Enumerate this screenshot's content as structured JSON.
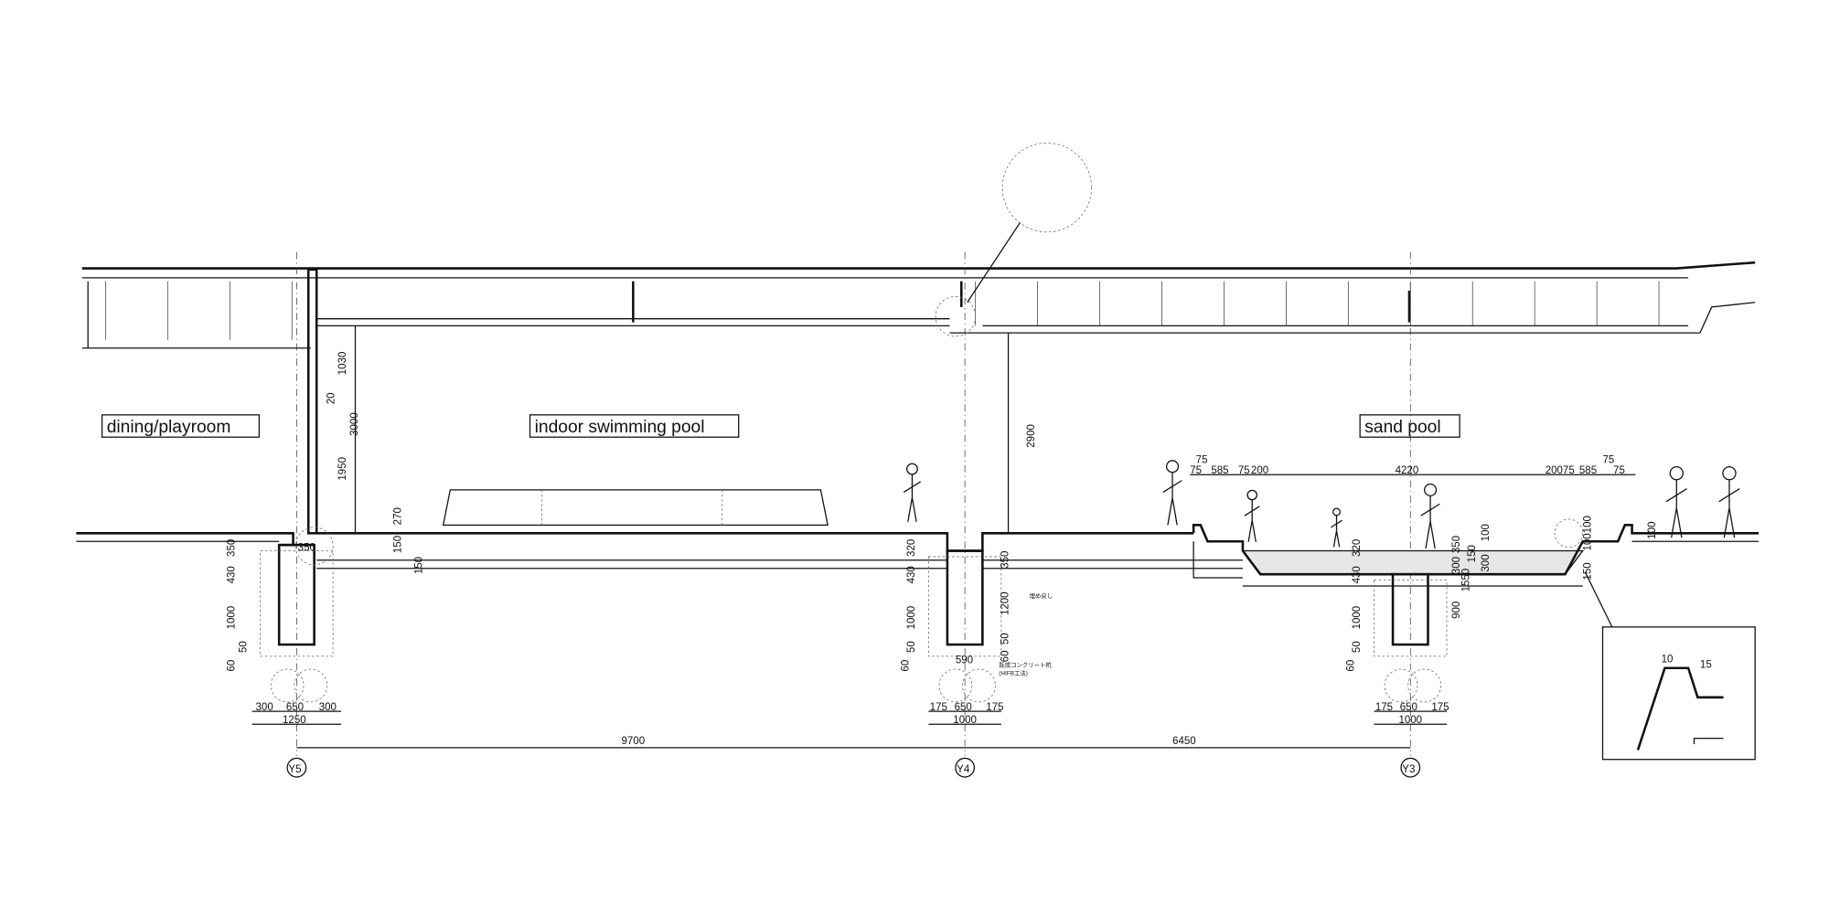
{
  "rooms": {
    "dining": "dining/playroom",
    "pool": "indoor swimming pool",
    "sand": "sand pool"
  },
  "grid": {
    "y5": "Y5",
    "y4": "Y4",
    "y3": "Y3"
  },
  "spans": {
    "y5_y4": "9700",
    "y4_y3": "6450"
  },
  "heights": {
    "roof_beam": "1030",
    "gap": "20",
    "ceiling": "3000",
    "opening": "1950",
    "y4_ceiling": "2900",
    "bench": "270",
    "step": "150",
    "slab": "150"
  },
  "footing_y5": {
    "top": "350",
    "d1": "350",
    "d2": "430",
    "d3": "1000",
    "d4": "50",
    "d5": "60",
    "w1": "300",
    "w2": "650",
    "w3": "300",
    "total": "1250"
  },
  "footing_y4": {
    "d1": "320",
    "d2": "430",
    "d3": "1000",
    "d4": "50",
    "d5": "60",
    "r1": "350",
    "r2": "1200",
    "r3": "50",
    "r4": "60",
    "pile": "590",
    "w1": "175",
    "w2": "650",
    "w3": "175",
    "total": "1000",
    "note_backfill": "埋め戻し",
    "note_pile": "既成コンクリート杭",
    "note_method": "(HIFB工法)"
  },
  "footing_y3": {
    "d1": "320",
    "d2": "430",
    "d3": "1000",
    "d4": "50",
    "d5": "60",
    "r1": "350",
    "r2": "300",
    "r3": "1550",
    "r4": "900",
    "r5": "150",
    "r6": "300",
    "r7": "100",
    "r8": "150",
    "r9": "100",
    "r10": "100",
    "r11": "100",
    "w1": "175",
    "w2": "650",
    "w3": "175",
    "total": "1000"
  },
  "sand_pool_dims": {
    "left": [
      "75",
      "75",
      "585",
      "75",
      "200"
    ],
    "center": "4220",
    "right": [
      "200",
      "75",
      "585",
      "75",
      "75"
    ]
  },
  "detail": {
    "a": "10",
    "b": "15"
  }
}
